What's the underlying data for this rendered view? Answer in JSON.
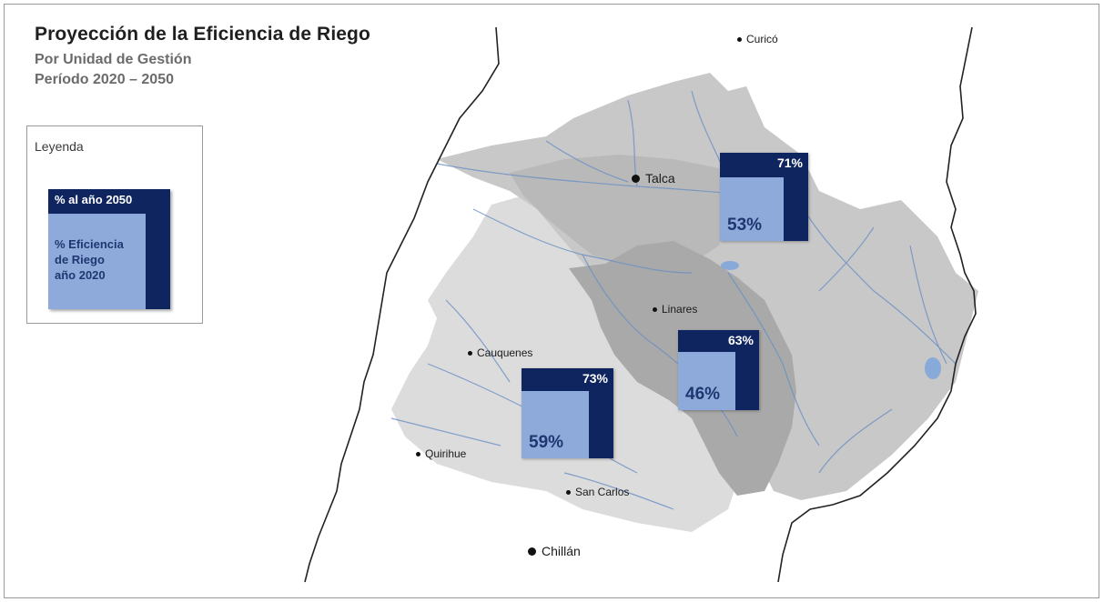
{
  "header": {
    "title": "Proyección de la Eficiencia de Riego",
    "subtitle": "Por Unidad de Gestión",
    "period": "Período 2020 – 2050"
  },
  "legend": {
    "title": "Leyenda",
    "top_label": "% al año 2050",
    "inner_label_lines": [
      "% Eficiencia",
      "de Riego",
      "año 2020"
    ]
  },
  "cities": {
    "curico": "Curicó",
    "talca": "Talca",
    "linares": "Linares",
    "cauquenes": "Cauquenes",
    "quirihue": "Quirihue",
    "san_carlos": "San Carlos",
    "chillan": "Chillán"
  },
  "management_units": [
    {
      "id": "north",
      "value_2050": "71%",
      "value_2020": "53%"
    },
    {
      "id": "central",
      "value_2050": "63%",
      "value_2020": "46%"
    },
    {
      "id": "southwest",
      "value_2050": "73%",
      "value_2020": "59%"
    }
  ],
  "colors": {
    "badge_dark": "#0f2560",
    "badge_light": "#8eaadb",
    "region_light": "#d9d9d9",
    "region_mid": "#c4c4c4",
    "region_dark": "#a8a8a8",
    "rivers": "#6a8fc4"
  }
}
